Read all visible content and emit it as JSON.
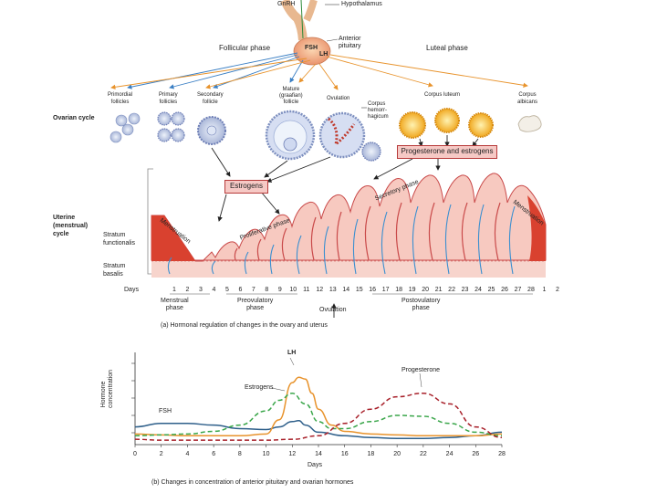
{
  "top": {
    "gnrh": "GnRH",
    "hypothalamus": "Hypothalamus",
    "anterior_pituitary": "Anterior\npituitary",
    "fsh": "FSH",
    "lh": "LH",
    "follicular_phase": "Follicular phase",
    "luteal_phase": "Luteal phase"
  },
  "ovarian": {
    "label": "Ovarian cycle",
    "primordial": "Primordial\nfollicles",
    "primary": "Primary\nfollicles",
    "secondary": "Secondary\nfollicle",
    "mature": "Mature\n(graafian)\nfollicle",
    "ovulation": "Ovulation",
    "corpus_hemorrhagicum": "Corpus\nhemorr-\nhagicum",
    "corpus_luteum": "Corpus luteum",
    "corpus_albicans": "Corpus\nalbicans",
    "prog_estrogen_box": "Progesterone and estrogens",
    "estrogens_box": "Estrogens"
  },
  "uterine": {
    "label": "Uterine\n(menstrual)\ncycle",
    "stratum_functionalis": "Stratum\nfunctionalis",
    "stratum_basalis": "Stratum\nbasalis",
    "menstruation_left": "Menstruation",
    "menstruation_right": "Menstruation",
    "proliferative": "Proliferative phase",
    "secretory": "Secretory phase",
    "days_label": "Days",
    "days": [
      "1",
      "2",
      "3",
      "4",
      "5",
      "6",
      "7",
      "8",
      "9",
      "10",
      "11",
      "12",
      "13",
      "14",
      "15",
      "16",
      "17",
      "18",
      "19",
      "20",
      "21",
      "22",
      "23",
      "24",
      "25",
      "26",
      "27",
      "28",
      "1",
      "2"
    ],
    "menstrual_phase": "Menstrual\nphase",
    "preovulatory_phase": "Preovulatory\nphase",
    "ovulation": "Ovulation",
    "postovulatory_phase": "Postovulatory\nphase",
    "caption_a": "(a) Hormonal regulation of changes in the ovary and uterus"
  },
  "colors": {
    "fsh": "#2e5f8a",
    "lh": "#e8932c",
    "estrogens": "#3aa64a",
    "progesterone": "#a8202a",
    "tissue": "#f7c9c0",
    "tissue_edge": "#c94a4a",
    "vessel": "#3a8fd0"
  },
  "chart_data": {
    "type": "line",
    "xlabel": "Days",
    "ylabel": "Hormone\nconcentration",
    "xlim": [
      0,
      28
    ],
    "x_ticks": [
      "0",
      "2",
      "4",
      "6",
      "8",
      "10",
      "12",
      "14",
      "16",
      "18",
      "20",
      "22",
      "24",
      "26",
      "28"
    ],
    "series": [
      {
        "name": "FSH",
        "style": "solid",
        "color": "#2e5f8a",
        "x": [
          0,
          2,
          4,
          6,
          8,
          10,
          11,
          12,
          12.5,
          13,
          14,
          16,
          18,
          20,
          22,
          24,
          26,
          28
        ],
        "y": [
          0.2,
          0.24,
          0.24,
          0.22,
          0.18,
          0.17,
          0.2,
          0.26,
          0.27,
          0.22,
          0.14,
          0.1,
          0.08,
          0.07,
          0.07,
          0.08,
          0.1,
          0.14
        ]
      },
      {
        "name": "LH",
        "style": "solid",
        "color": "#e8932c",
        "x": [
          0,
          2,
          4,
          6,
          8,
          10,
          11,
          12,
          12.5,
          13,
          13.5,
          14,
          15,
          16,
          18,
          20,
          22,
          24,
          26,
          28
        ],
        "y": [
          0.12,
          0.11,
          0.1,
          0.1,
          0.1,
          0.12,
          0.28,
          0.7,
          0.76,
          0.74,
          0.58,
          0.4,
          0.22,
          0.15,
          0.12,
          0.11,
          0.1,
          0.1,
          0.1,
          0.12
        ]
      },
      {
        "name": "Estrogens",
        "style": "dashed",
        "color": "#3aa64a",
        "x": [
          0,
          2,
          4,
          6,
          8,
          10,
          11,
          12,
          13,
          14,
          15,
          16,
          18,
          20,
          22,
          24,
          26,
          28
        ],
        "y": [
          0.1,
          0.11,
          0.12,
          0.15,
          0.22,
          0.38,
          0.5,
          0.58,
          0.46,
          0.26,
          0.18,
          0.18,
          0.26,
          0.33,
          0.32,
          0.24,
          0.14,
          0.1
        ]
      },
      {
        "name": "Progesterone",
        "style": "dashed",
        "color": "#a8202a",
        "x": [
          0,
          2,
          4,
          6,
          8,
          10,
          12,
          14,
          16,
          18,
          20,
          22,
          24,
          26,
          28
        ],
        "y": [
          0.06,
          0.05,
          0.05,
          0.05,
          0.05,
          0.05,
          0.06,
          0.1,
          0.24,
          0.4,
          0.54,
          0.58,
          0.46,
          0.2,
          0.08
        ]
      }
    ],
    "labels": {
      "fsh": "FSH",
      "lh": "LH",
      "estrogens": "Estrogens",
      "progesterone": "Progesterone"
    },
    "caption": "(b) Changes in concentration of anterior pituitary and ovarian hormones"
  }
}
